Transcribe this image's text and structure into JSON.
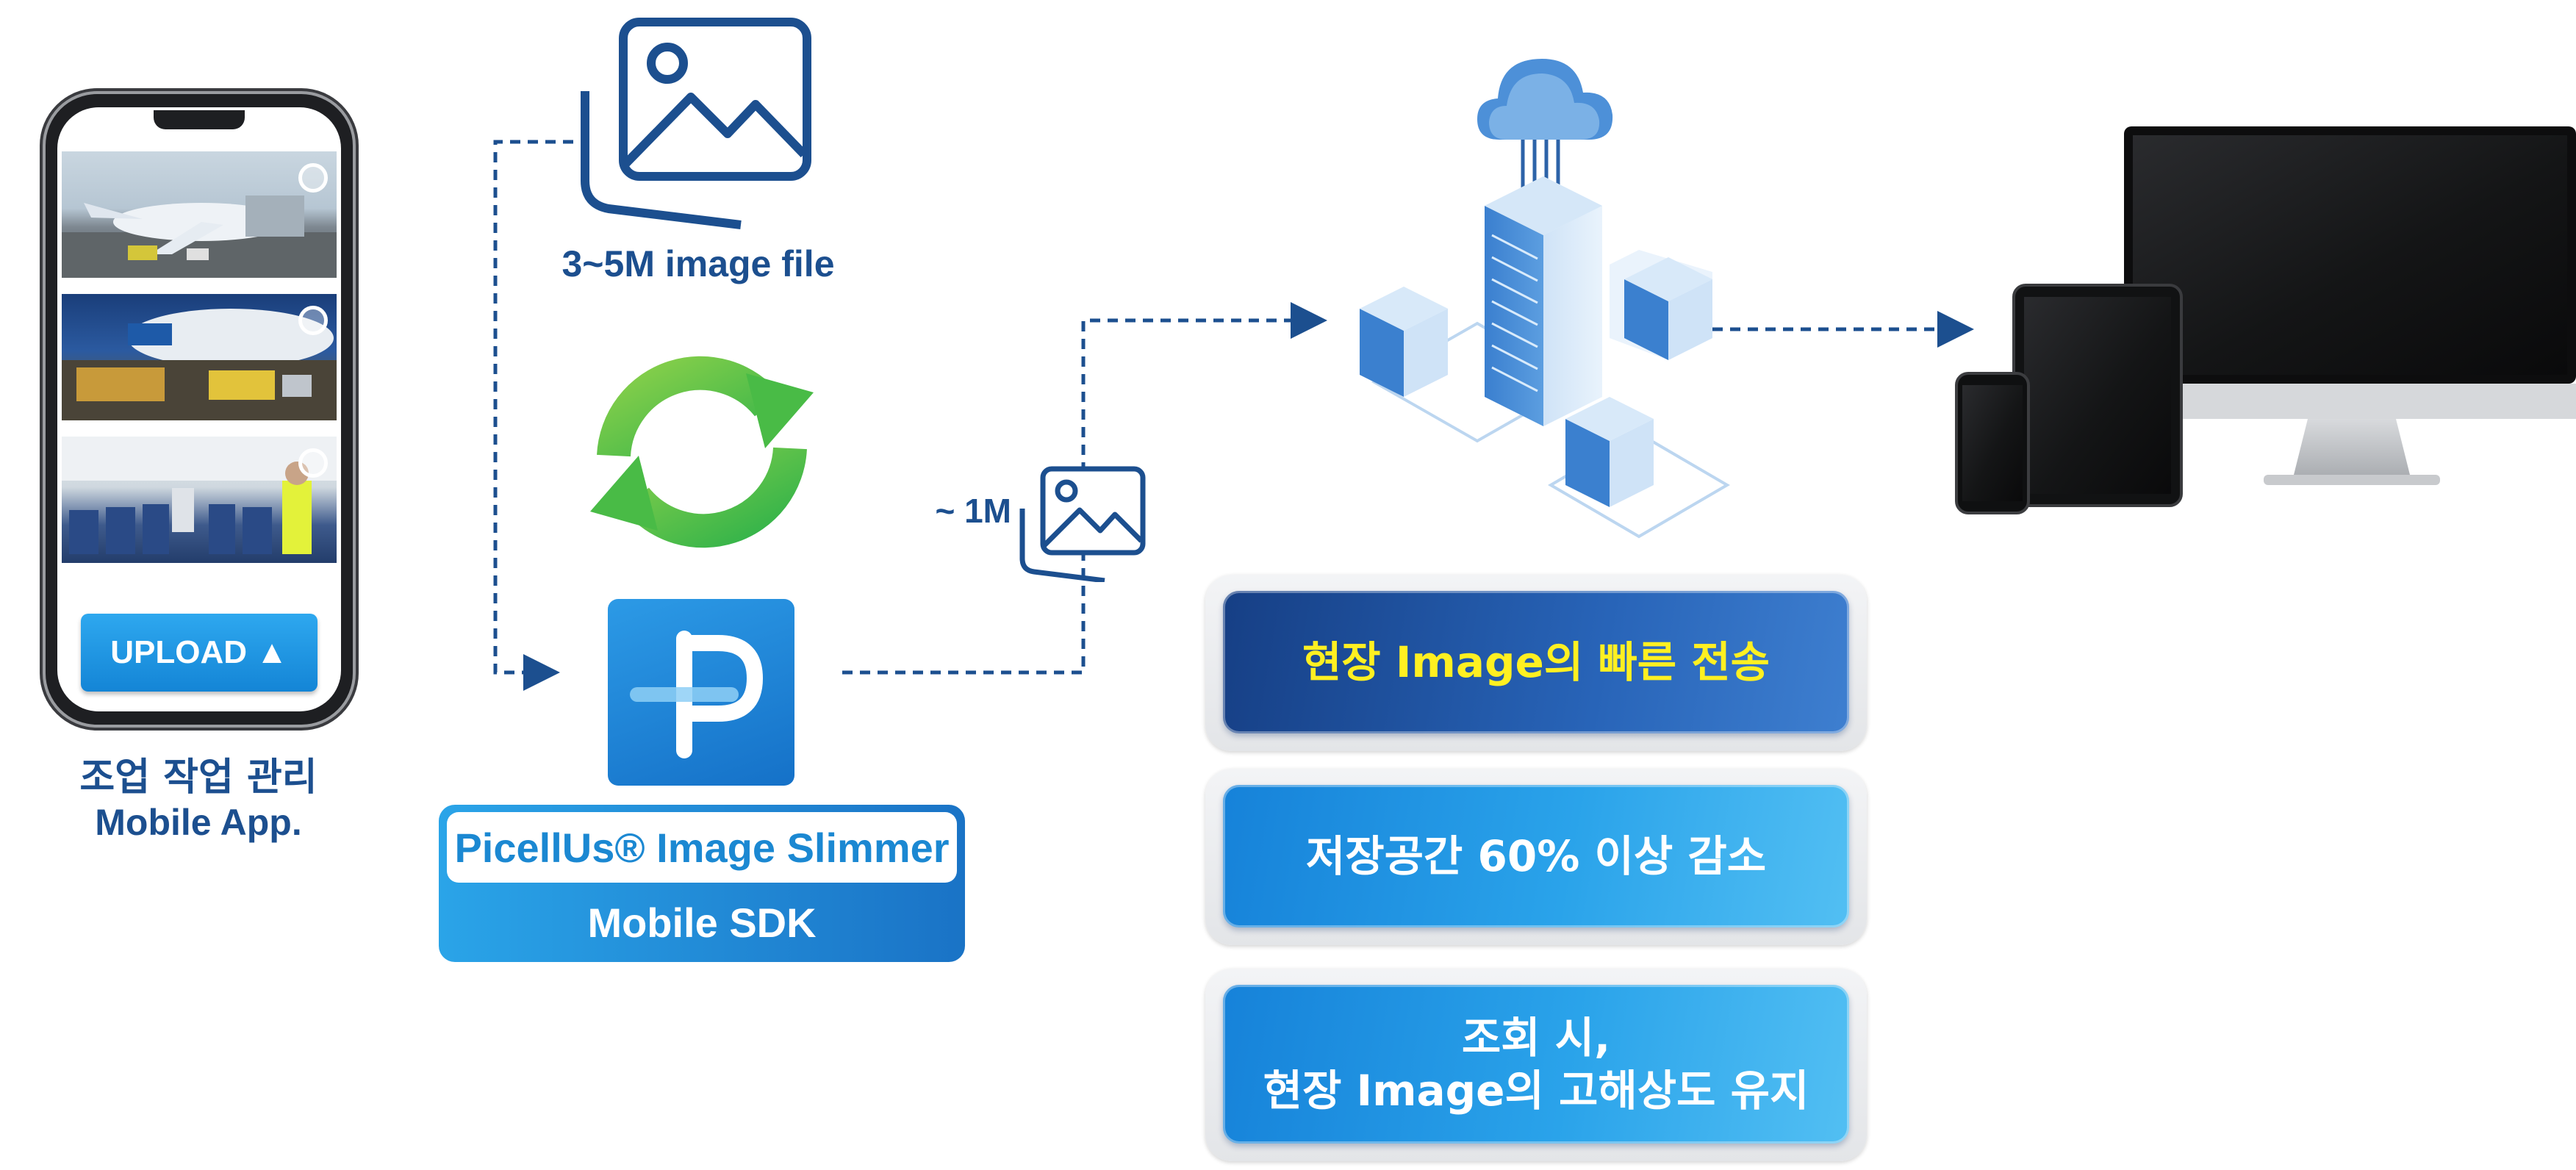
{
  "phone": {
    "upload_label": "UPLOAD ▲",
    "caption_line1": "조업 작업 관리",
    "caption_line2": "Mobile App."
  },
  "source_file_label": "3~5M image file",
  "compressed_label": "~ 1M",
  "sdk": {
    "name": "PicellUs® Image Slimmer",
    "subtitle": "Mobile SDK"
  },
  "benefits": [
    "현장 Image의 빠른 전송",
    "저장공간 60% 이상 감소",
    "조회 시,\n현장 Image의 고해상도 유지"
  ],
  "colors": {
    "brand_blue": "#1c4f8f",
    "accent_blue": "#1b88d2",
    "refresh_green": "#5cc43c",
    "highlight_yellow": "#fff021"
  },
  "icons": [
    "image-icon",
    "refresh-icon",
    "picellus-logo-icon",
    "cloud-server-icon",
    "devices-icon"
  ]
}
